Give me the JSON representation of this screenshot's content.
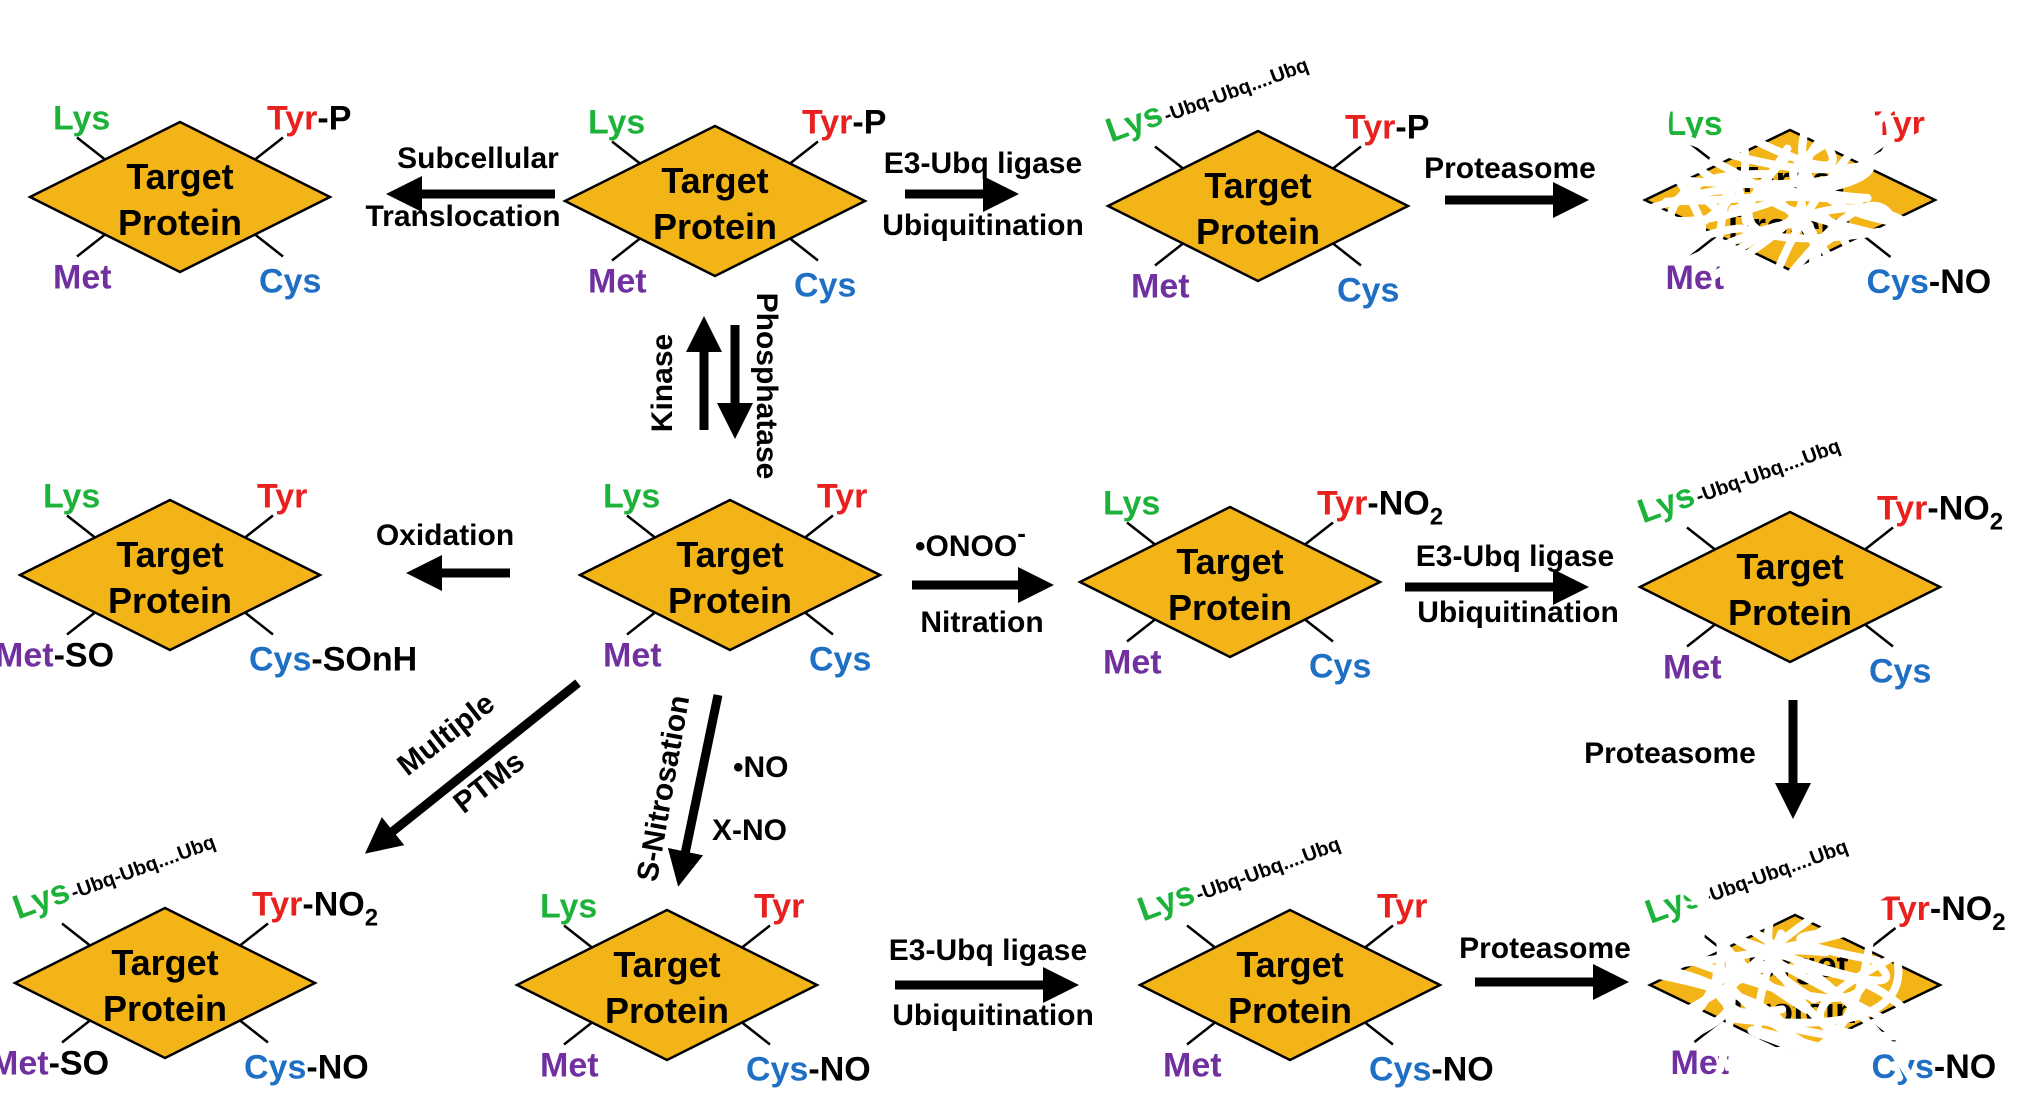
{
  "colors": {
    "protein_fill": "#F3B418",
    "lys": "#1DB33B",
    "tyr": "#E8211F",
    "met": "#7030A0",
    "cys": "#1F6FC5",
    "text": "#000000"
  },
  "protein_label": [
    "Target",
    "Protein"
  ],
  "ubq_chain": "-Ubq-Ubq....Ubq",
  "site_names": {
    "lys": "Lys",
    "tyr": "Tyr",
    "met": "Met",
    "cys": "Cys"
  },
  "proteins": [
    {
      "id": "p1",
      "tyr_mod": "-P",
      "met_mod": "",
      "cys_mod": "",
      "ubq": false,
      "degraded": false
    },
    {
      "id": "p2",
      "tyr_mod": "-P",
      "met_mod": "",
      "cys_mod": "",
      "ubq": false,
      "degraded": false
    },
    {
      "id": "p3",
      "tyr_mod": "-P",
      "met_mod": "",
      "cys_mod": "",
      "ubq": true,
      "degraded": false
    },
    {
      "id": "p4",
      "tyr_mod": "",
      "met_mod": "",
      "cys_mod": "-NO",
      "ubq": false,
      "degraded": true
    },
    {
      "id": "p5",
      "tyr_mod": "",
      "met_mod": "-SO",
      "cys_mod": "-SOnH",
      "ubq": false,
      "degraded": false
    },
    {
      "id": "p6",
      "tyr_mod": "",
      "met_mod": "",
      "cys_mod": "",
      "ubq": false,
      "degraded": false
    },
    {
      "id": "p7",
      "tyr_mod": "-NO2",
      "met_mod": "",
      "cys_mod": "",
      "ubq": false,
      "degraded": false
    },
    {
      "id": "p8",
      "tyr_mod": "-NO2",
      "met_mod": "",
      "cys_mod": "",
      "ubq": true,
      "degraded": false
    },
    {
      "id": "p9",
      "tyr_mod": "-NO2",
      "met_mod": "-SO",
      "cys_mod": "-NO",
      "ubq": true,
      "degraded": false
    },
    {
      "id": "p10",
      "tyr_mod": "",
      "met_mod": "",
      "cys_mod": "-NO",
      "ubq": false,
      "degraded": false
    },
    {
      "id": "p11",
      "tyr_mod": "",
      "met_mod": "",
      "cys_mod": "-NO",
      "ubq": true,
      "degraded": false
    },
    {
      "id": "p12",
      "tyr_mod": "-NO2",
      "met_mod": "",
      "cys_mod": "-NO",
      "ubq": true,
      "degraded": true
    }
  ],
  "labels": {
    "subcellular": "Subcellular",
    "translocation": "Translocation",
    "e3_ligase": "E3-Ubq ligase",
    "ubiquitination": "Ubiquitination",
    "proteasome": "Proteasome",
    "kinase": "Kinase",
    "phosphatase": "Phosphatase",
    "oxidation": "Oxidation",
    "onoo": "•ONOO",
    "onoo_charge": "-",
    "nitration": "Nitration",
    "multiple": "Multiple",
    "ptms": "PTMs",
    "s_nitrosation": "S-Nitrosation",
    "no_radical": "•NO",
    "x_no": "X-NO"
  }
}
